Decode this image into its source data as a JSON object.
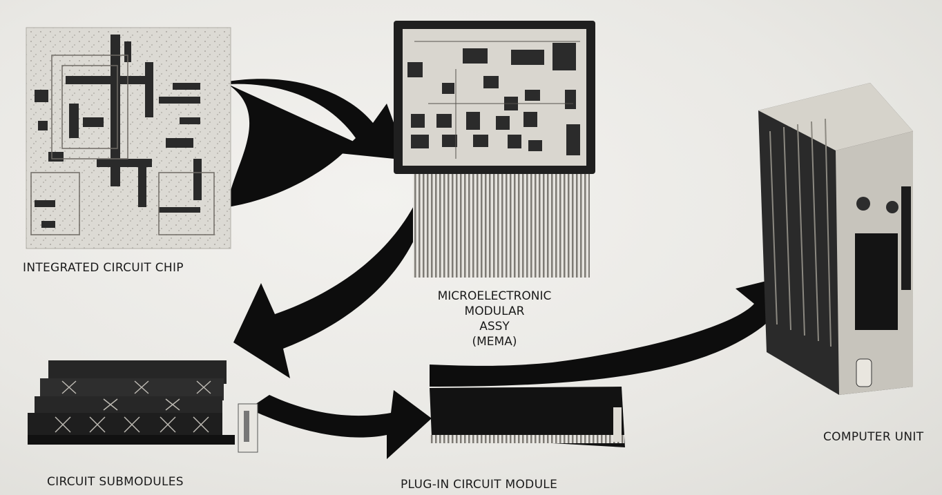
{
  "labels": {
    "chip": "INTEGRATED CIRCUIT CHIP",
    "mema": [
      "MICROELECTRONIC",
      "MODULAR",
      "ASSY",
      "(MEMA)"
    ],
    "submodules": "CIRCUIT SUBMODULES",
    "plugin": "PLUG-IN CIRCUIT MODULE",
    "computer": "COMPUTER UNIT"
  },
  "colors": {
    "background": "#ecebe8",
    "arrow": "#0d0d0d",
    "text": "#1a1a1a"
  }
}
